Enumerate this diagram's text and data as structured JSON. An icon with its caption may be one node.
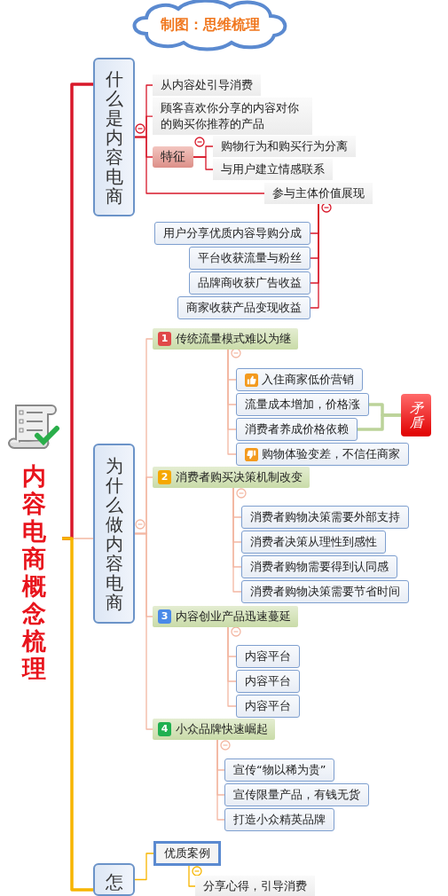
{
  "diagram": {
    "nodes": [
      {
        "text": [
          "制图：思维梳理"
        ]
      },
      {
        "text": [
          "内容电商概念梳理"
        ]
      },
      {
        "text": [
          "什么是内容电商"
        ]
      },
      {
        "text": [
          "从内容处引导消费"
        ]
      },
      {
        "text": [
          "顾客喜欢你分享的内容对你的购买你推荐的产品"
        ]
      },
      {
        "text": [
          "特征"
        ]
      },
      {
        "text": [
          "购物行为和购买行为分离"
        ]
      },
      {
        "text": [
          "与用户建立情感联系"
        ]
      },
      {
        "text": [
          "参与主体价值展现"
        ]
      },
      {
        "text": [
          "用户分享优质内容导购分成"
        ]
      },
      {
        "text": [
          "平台收获流量与粉丝"
        ]
      },
      {
        "text": [
          "品牌商收获广告收益"
        ]
      },
      {
        "text": [
          "商家收获产品变现收益"
        ]
      },
      {
        "text": [
          "为什么做内容电商"
        ]
      },
      {
        "text": [
          "1",
          "传统流量模式难以为继"
        ]
      },
      {
        "text": [
          "入住商家低价营销"
        ]
      },
      {
        "text": [
          "流量成本增加，价格涨"
        ]
      },
      {
        "text": [
          "消费者养成价格依赖"
        ]
      },
      {
        "text": [
          "购物体验变差，不信任商家"
        ]
      },
      {
        "text": [
          "矛盾"
        ]
      },
      {
        "text": [
          "2",
          "消费者购买决策机制改变"
        ]
      },
      {
        "text": [
          "消费者购物决策需要外部支持"
        ]
      },
      {
        "text": [
          "消费者决策从理性到感性"
        ]
      },
      {
        "text": [
          "消费者购物需要得到认同感"
        ]
      },
      {
        "text": [
          "消费者购物决策需要节省时间"
        ]
      },
      {
        "text": [
          "3",
          "内容创业产品迅速蔓延"
        ]
      },
      {
        "text": [
          "内容平台"
        ]
      },
      {
        "text": [
          "内容平台"
        ]
      },
      {
        "text": [
          "内容平台"
        ]
      },
      {
        "text": [
          "4",
          "小众品牌快速崛起"
        ]
      },
      {
        "text": [
          "宣传“物以稀为贵”"
        ]
      },
      {
        "text": [
          "宣传限量产品，有钱无货"
        ]
      },
      {
        "text": [
          "打造小众精英品牌"
        ]
      },
      {
        "text": [
          "怎"
        ]
      },
      {
        "text": [
          "优质案例"
        ]
      },
      {
        "text": [
          "分享心得，引导消费"
        ]
      }
    ],
    "edges": [
      {
        "from": 1,
        "to": 2,
        "arrow": "none",
        "style": "thick",
        "color": "#d8182a"
      },
      {
        "from": 1,
        "to": 13,
        "arrow": "none"
      },
      {
        "from": 1,
        "to": 33,
        "arrow": "none",
        "style": "thick",
        "color": "#f7b500"
      },
      {
        "from": 2,
        "to": 3,
        "arrow": "none",
        "color": "#d8182a"
      },
      {
        "from": 2,
        "to": 4,
        "arrow": "none",
        "color": "#d8182a"
      },
      {
        "from": 2,
        "to": 5,
        "arrow": "none",
        "color": "#d8182a"
      },
      {
        "from": 2,
        "to": 8,
        "arrow": "none",
        "color": "#d8182a"
      },
      {
        "from": 5,
        "to": 6,
        "arrow": "none",
        "color": "#d8182a"
      },
      {
        "from": 5,
        "to": 7,
        "arrow": "none",
        "color": "#d8182a"
      },
      {
        "from": 8,
        "to": 9,
        "arrow": "none",
        "color": "#d8182a"
      },
      {
        "from": 8,
        "to": 10,
        "arrow": "none",
        "color": "#d8182a"
      },
      {
        "from": 8,
        "to": 11,
        "arrow": "none",
        "color": "#d8182a"
      },
      {
        "from": 8,
        "to": 12,
        "arrow": "none",
        "color": "#d8182a"
      },
      {
        "from": 13,
        "to": 14,
        "arrow": "none"
      },
      {
        "from": 13,
        "to": 20,
        "arrow": "none"
      },
      {
        "from": 13,
        "to": 25,
        "arrow": "none"
      },
      {
        "from": 13,
        "to": 29,
        "arrow": "none"
      },
      {
        "from": 14,
        "to": 15,
        "arrow": "none"
      },
      {
        "from": 14,
        "to": 16,
        "arrow": "none"
      },
      {
        "from": 14,
        "to": 17,
        "arrow": "none"
      },
      {
        "from": 14,
        "to": 18,
        "arrow": "none"
      },
      {
        "from": 16,
        "to": 19,
        "arrow": "none",
        "style": "thick",
        "color": "#bcd39a"
      },
      {
        "from": 17,
        "to": 19,
        "arrow": "none",
        "style": "thick",
        "color": "#bcd39a"
      },
      {
        "from": 20,
        "to": 21,
        "arrow": "none"
      },
      {
        "from": 20,
        "to": 22,
        "arrow": "none"
      },
      {
        "from": 20,
        "to": 23,
        "arrow": "none"
      },
      {
        "from": 20,
        "to": 24,
        "arrow": "none"
      },
      {
        "from": 25,
        "to": 26,
        "arrow": "none"
      },
      {
        "from": 25,
        "to": 27,
        "arrow": "none"
      },
      {
        "from": 25,
        "to": 28,
        "arrow": "none"
      },
      {
        "from": 29,
        "to": 30,
        "arrow": "none"
      },
      {
        "from": 29,
        "to": 31,
        "arrow": "none"
      },
      {
        "from": 29,
        "to": 32,
        "arrow": "none"
      },
      {
        "from": 33,
        "to": 34,
        "arrow": "none",
        "color": "#f7b500"
      },
      {
        "from": 34,
        "to": 35,
        "arrow": "none",
        "color": "#f7b500"
      }
    ]
  }
}
